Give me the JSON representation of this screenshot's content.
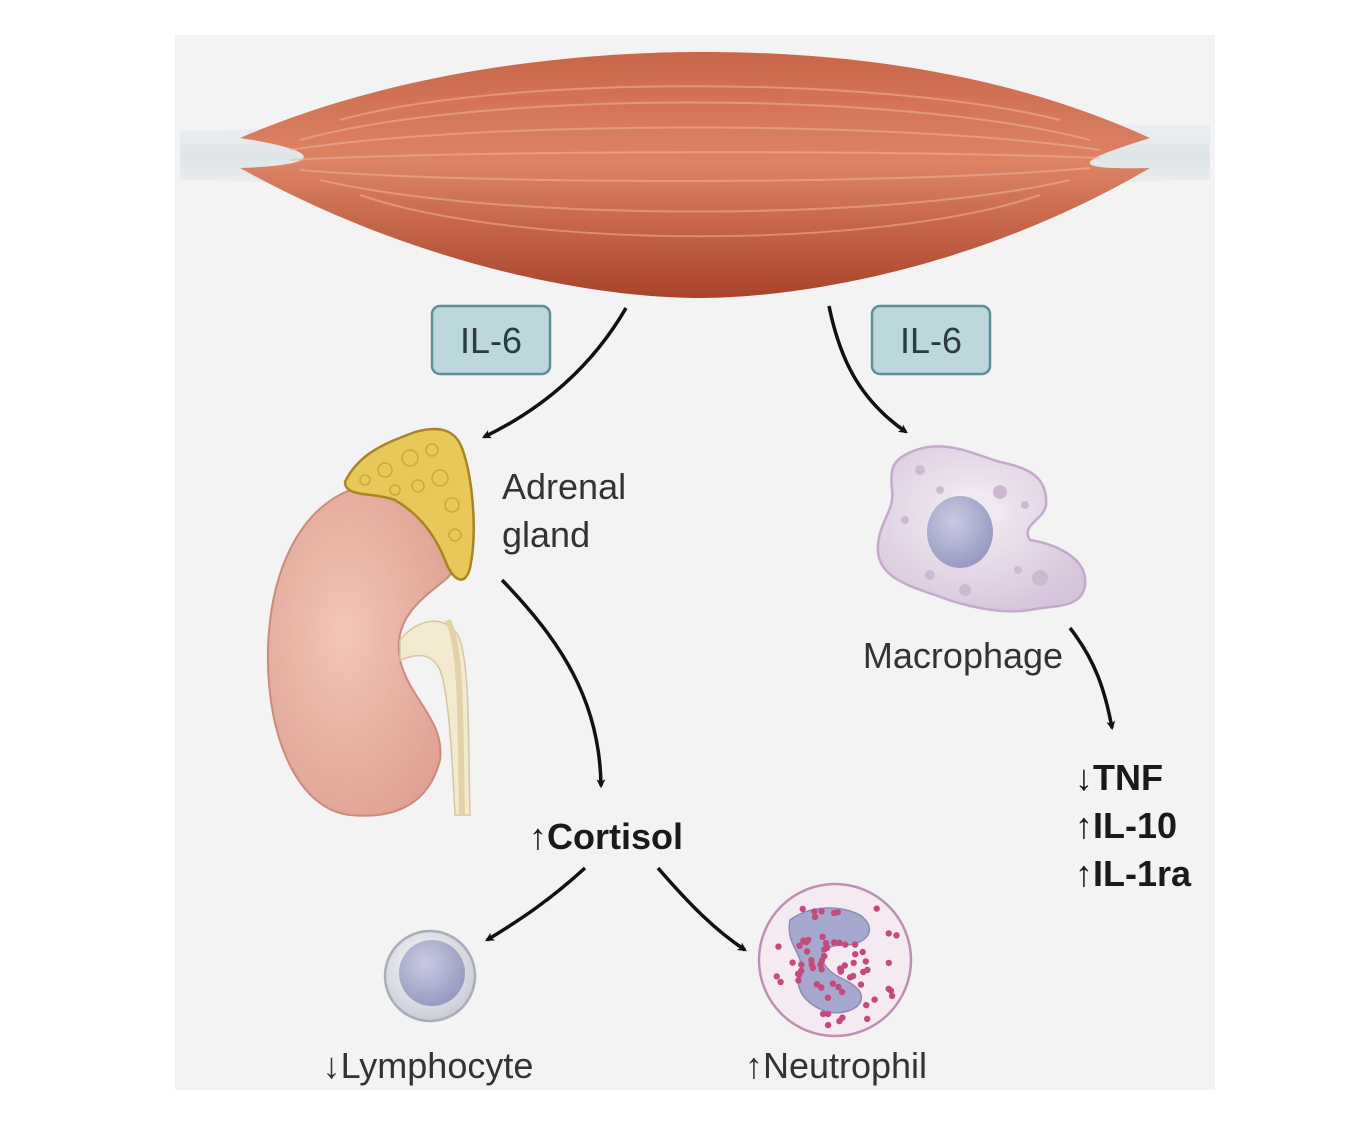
{
  "colors": {
    "panel": "#f4f4f4",
    "muscle_light": "#e08a6a",
    "muscle_dark": "#b24a31",
    "tendon": "#e8ecee",
    "tag_fill": "#bcd8dd",
    "tag_stroke": "#5f8e97",
    "kidney": "#eab4a5",
    "adrenal": "#e9c85a",
    "macrophage": "#e7dbe9",
    "nucleus": "#b6b7d4",
    "granule": "#c24a7d"
  },
  "muscle": {
    "icon": "skeletal-muscle-icon"
  },
  "signals": {
    "left_tag": "IL-6",
    "right_tag": "IL-6"
  },
  "organs": {
    "adrenal_label_line1": "Adrenal",
    "adrenal_label_line2": "gland",
    "kidney_icon": "kidney-icon",
    "adrenal_icon": "adrenal-gland-icon"
  },
  "cells": {
    "macrophage_label": "Macrophage",
    "macrophage_icon": "macrophage-icon",
    "lymphocyte_label": "↓Lymphocyte",
    "lymphocyte_icon": "lymphocyte-icon",
    "neutrophil_label": "↑Neutrophil",
    "neutrophil_icon": "neutrophil-icon"
  },
  "outcomes": {
    "cortisol": "↑Cortisol",
    "cytokines": [
      "↓TNF",
      "↑IL-10",
      "↑IL-1ra"
    ]
  }
}
